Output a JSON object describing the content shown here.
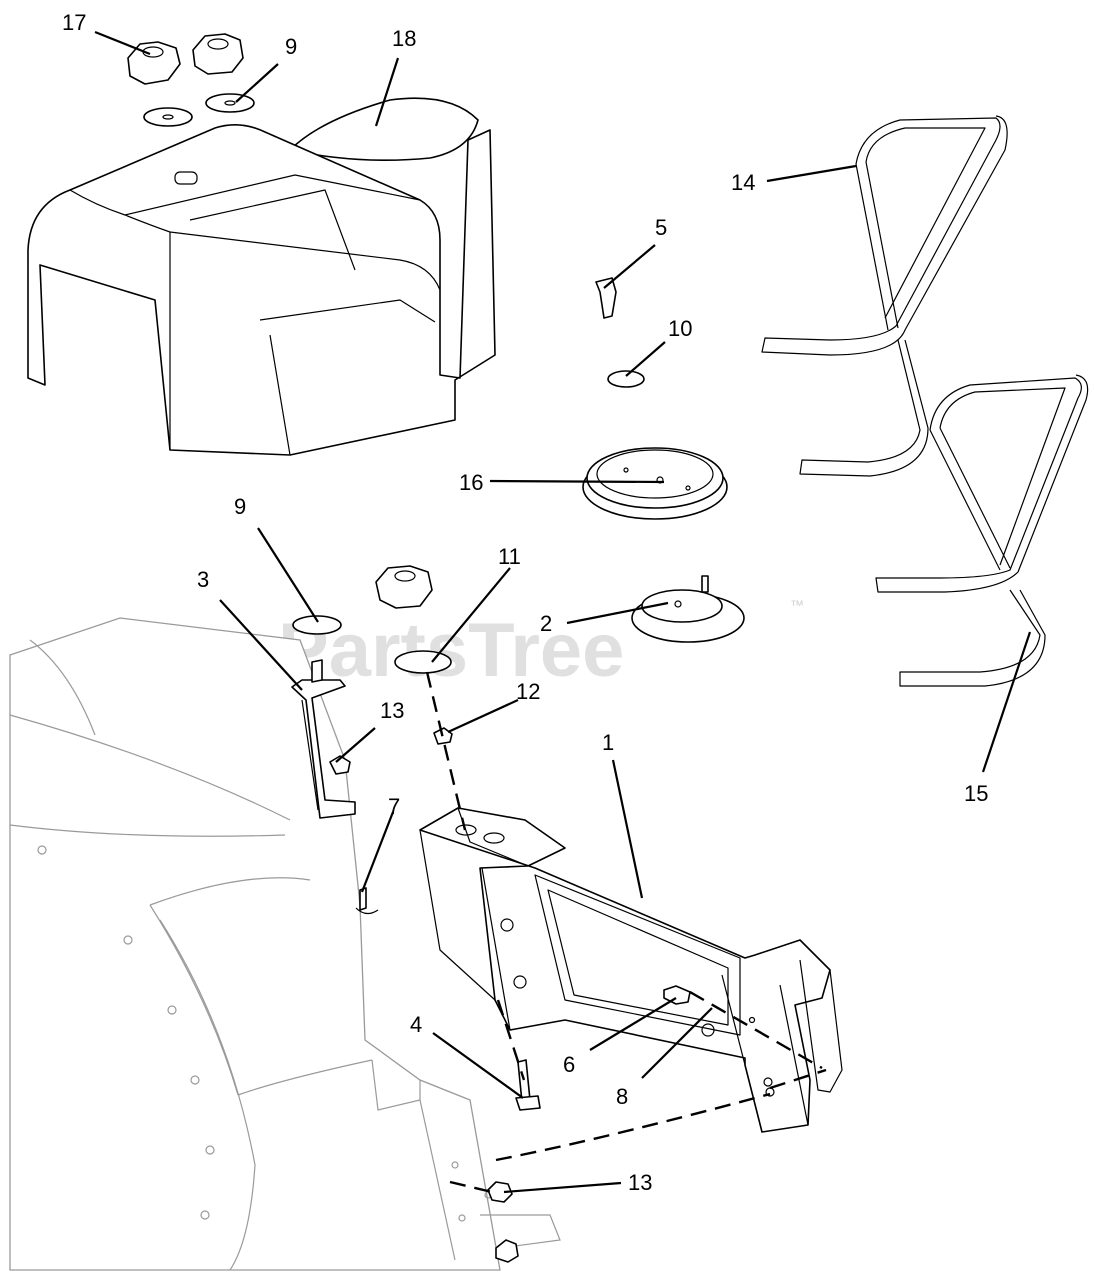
{
  "watermark": {
    "text": "PartsTree",
    "mark": "™"
  },
  "callouts": {
    "c1": "1",
    "c2": "2",
    "c3": "3",
    "c4": "4",
    "c5": "5",
    "c6": "6",
    "c7": "7",
    "c8": "8",
    "c9_top": "9",
    "c9_mid": "9",
    "c10": "10",
    "c11": "11",
    "c12": "12",
    "c13_upper": "13",
    "c13_lower": "13",
    "c14": "14",
    "c15": "15",
    "c16": "16",
    "c17": "17",
    "c18": "18"
  },
  "colors": {
    "line": "#000000",
    "chute": "#9a9a9a",
    "watermark": "#d6d6d6"
  }
}
